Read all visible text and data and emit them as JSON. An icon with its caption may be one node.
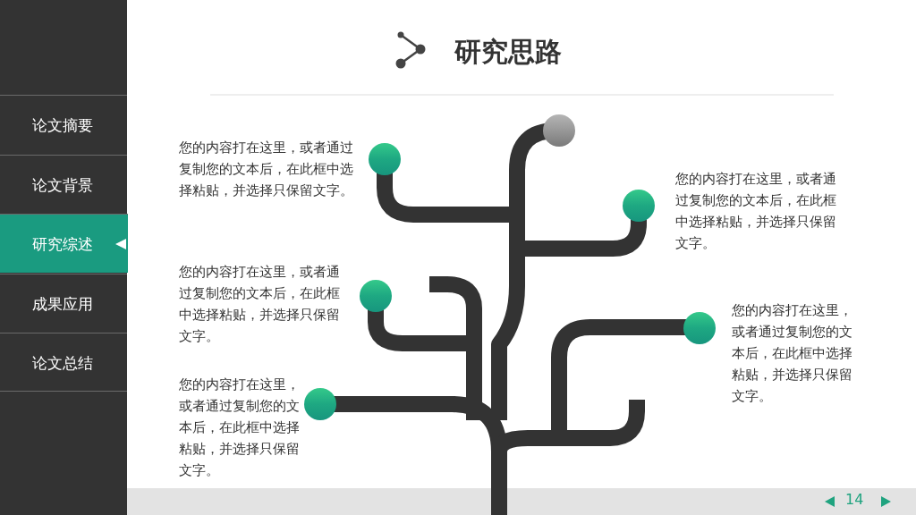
{
  "diagram": {
    "title": "研究思路",
    "nodes": [
      {
        "text": [
          "论文摘要"
        ]
      },
      {
        "text": [
          "论文背景"
        ]
      },
      {
        "text": [
          "研究综述"
        ]
      },
      {
        "text": [
          "成果应用"
        ]
      },
      {
        "text": [
          "论文总结"
        ]
      }
    ],
    "labels": [
      "您的内容打在这里，或者通过复制您的文本后，在此框中选择粘贴，并选择只保留文字。",
      "您的内容打在这里，或者通过复制您的文本后，在此框中选择粘贴，并选择只保留文字。",
      "您的内容打在这里，或者通过复制您的文本后，在此框中选择粘贴，并选择只保留文字。",
      "您的内容打在这里，或者通过复制您的文本后，在此框中选择粘贴，并选择只保留文字。",
      "您的内容打在这里，或者通过复制您的文本后，在此框中选择粘贴，并选择只保留文字。",
      "14"
    ]
  }
}
